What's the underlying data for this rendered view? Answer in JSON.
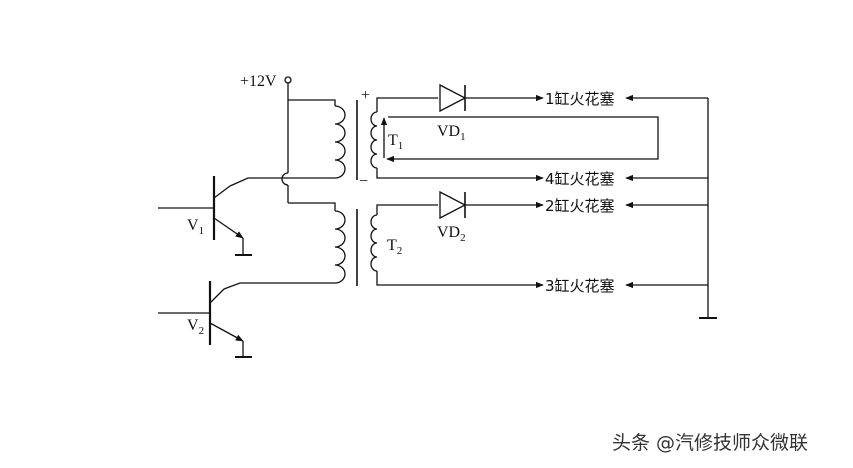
{
  "diagram": {
    "supply_label": "+12V",
    "plus_sign": "+",
    "minus_sign": "−",
    "transformer_1": {
      "label": "T",
      "sub": "1"
    },
    "transformer_2": {
      "label": "T",
      "sub": "2"
    },
    "diode_1": {
      "label": "VD",
      "sub": "1"
    },
    "diode_2": {
      "label": "VD",
      "sub": "2"
    },
    "transistor_1": {
      "label": "V",
      "sub": "1"
    },
    "transistor_2": {
      "label": "V",
      "sub": "2"
    },
    "plugs": [
      "1缸火花塞",
      "4缸火花塞",
      "2缸火花塞",
      "3缸火花塞"
    ]
  },
  "watermark": "头条 @汽修技师众微联"
}
